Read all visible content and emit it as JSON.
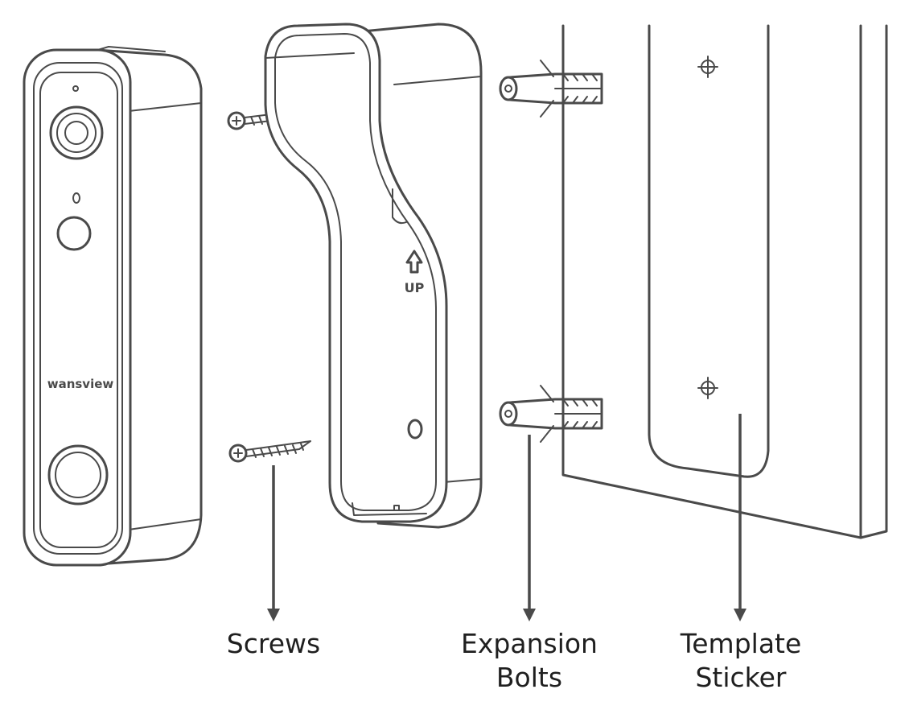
{
  "labels": {
    "screws": "Screws",
    "expansion_bolts_line1": "Expansion",
    "expansion_bolts_line2": "Bolts",
    "template_line1": "Template",
    "template_line2": "Sticker",
    "bracket_up": "UP",
    "brand": "wansview"
  },
  "colors": {
    "line": "#4a4a4a",
    "text": "#1f1f1f",
    "background": "#ffffff"
  }
}
